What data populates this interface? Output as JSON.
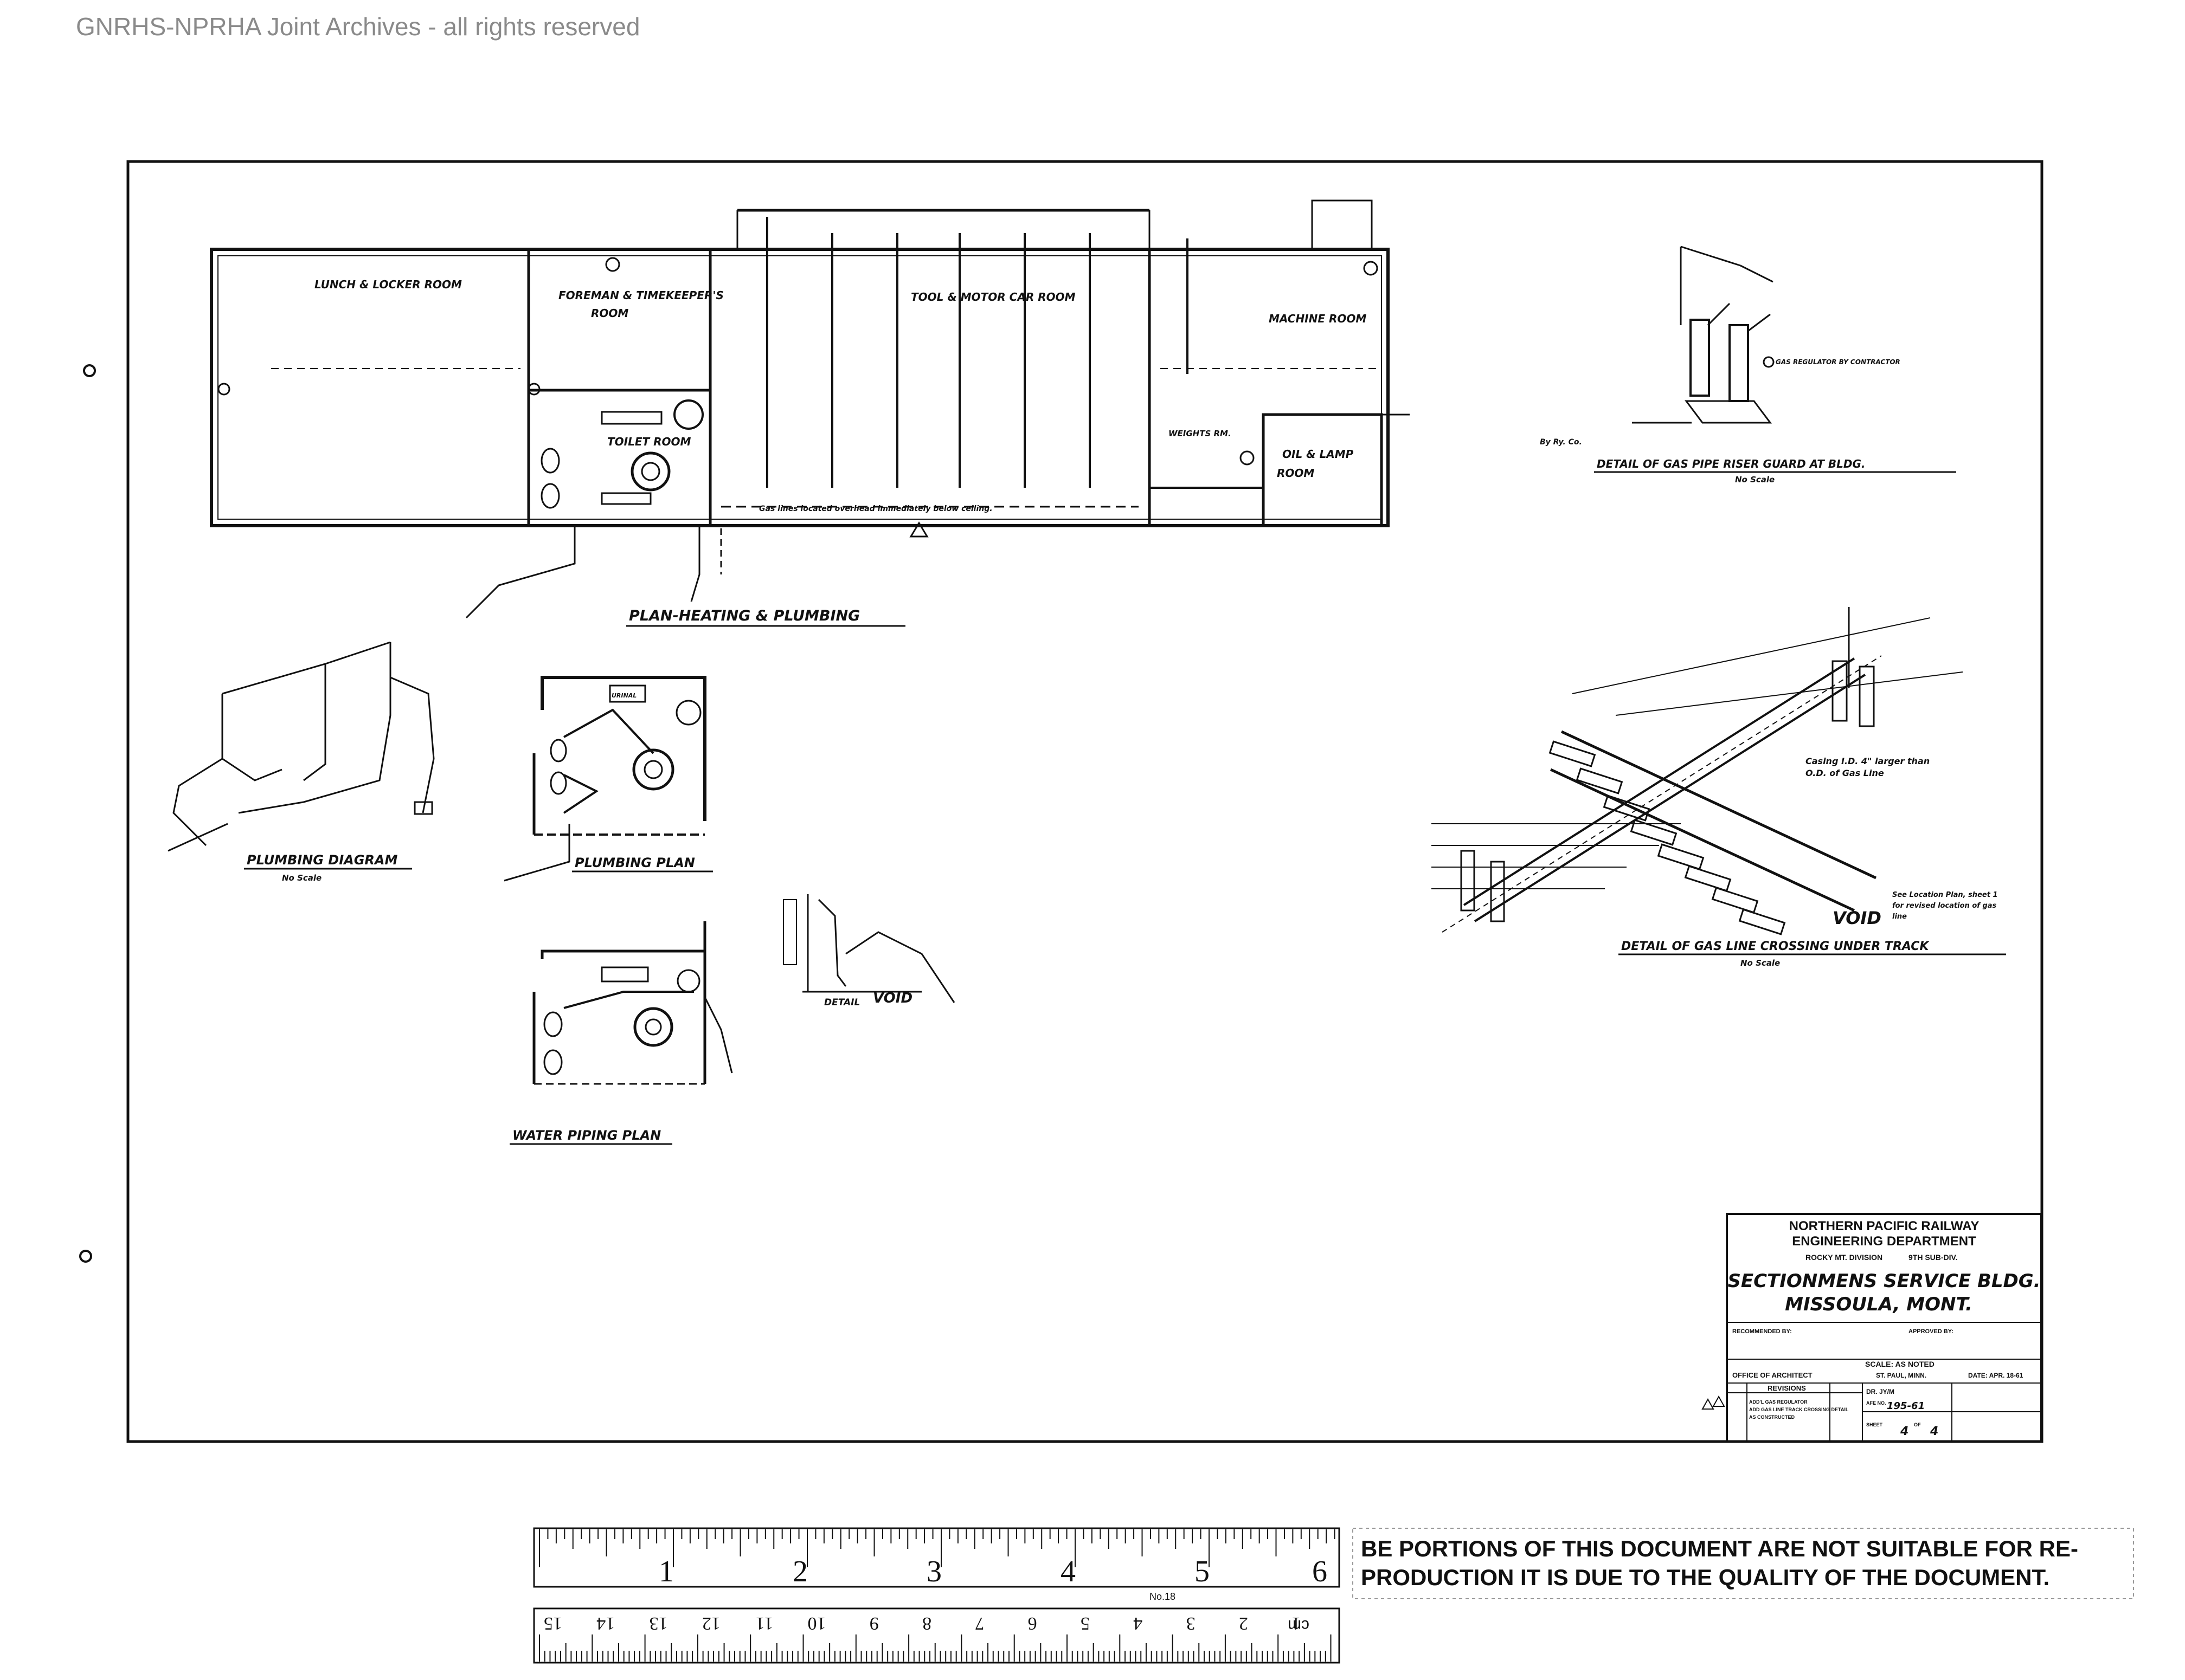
{
  "archive_note": "GNRHS-NPRHA Joint Archives - all rights reserved",
  "plan": {
    "title": "PLAN-HEATING & PLUMBING",
    "rooms": [
      "LUNCH & LOCKER ROOM",
      "FOREMAN & TIMEKEEPER'S",
      "ROOM",
      "TOILET ROOM",
      "TOOL & MOTOR CAR ROOM",
      "MACHINE ROOM",
      "OIL & LAMP",
      "ROOM"
    ],
    "notes": [
      "Gas lines located overhead immediately below ceiling.",
      "WEIGHTS RM."
    ]
  },
  "plumbing_diagram": {
    "title": "PLUMBING DIAGRAM",
    "scale": "No Scale"
  },
  "plumbing_plan": {
    "title": "PLUMBING PLAN",
    "urinal": "URINAL"
  },
  "water_piping_plan": {
    "title": "WATER PIPING PLAN"
  },
  "detail": {
    "label": "DETAIL",
    "void": "VOID"
  },
  "riser_guard": {
    "title": "DETAIL OF GAS PIPE RISER GUARD AT BLDG.",
    "scale": "No Scale",
    "note": "GAS REGULATOR BY CONTRACTOR",
    "by": "By Ry. Co."
  },
  "gas_crossing": {
    "title": "DETAIL OF GAS LINE CROSSING UNDER TRACK",
    "scale": "No Scale",
    "casing_note_1": "Casing I.D. 4\" larger than",
    "casing_note_2": "O.D. of Gas Line",
    "location_note_1": "See Location Plan, sheet 1",
    "location_note_2": "for revised location of gas",
    "location_note_3": "line",
    "void": "VOID"
  },
  "title_block": {
    "company": "NORTHERN PACIFIC RAILWAY",
    "department": "ENGINEERING DEPARTMENT",
    "division_prefix": "ROCKY MT. DIVISION",
    "subdivision": "9TH SUB-DIV.",
    "building": "SECTIONMENS SERVICE BLDG.",
    "location": "MISSOULA, MONT.",
    "recommended_by": "RECOMMENDED BY:",
    "approved_by": "APPROVED BY:",
    "scale": "SCALE: AS NOTED",
    "office": "OFFICE OF ARCHITECT",
    "city": "ST. PAUL, MINN.",
    "date": "DATE: APR. 18-61",
    "revisions_label": "REVISIONS",
    "revision_rows": [
      "ADD'L GAS REGULATOR",
      "ADD GAS LINE TRACK CROSSING DETAIL",
      "AS CONSTRUCTED"
    ],
    "drawn": "DR. JY/M",
    "afe_label": "AFE NO.",
    "afe": "195-61",
    "sheet_label": "SHEET",
    "sheet": "4",
    "of_label": "OF",
    "sheets": "4"
  },
  "ruler": {
    "inch_marks": [
      "1",
      "2",
      "3",
      "4",
      "5",
      "6"
    ],
    "cm_marks": [
      "15",
      "14",
      "13",
      "12",
      "11",
      "10",
      "9",
      "8",
      "7",
      "6",
      "5",
      "4",
      "3",
      "2",
      "1"
    ],
    "cm_unit": "cm",
    "brand": "No.18"
  },
  "stamp": {
    "line1": "BE PORTIONS OF THIS DOCUMENT ARE NOT SUITABLE FOR RE-",
    "line2": "PRODUCTION IT IS DUE TO THE QUALITY OF THE DOCUMENT."
  }
}
